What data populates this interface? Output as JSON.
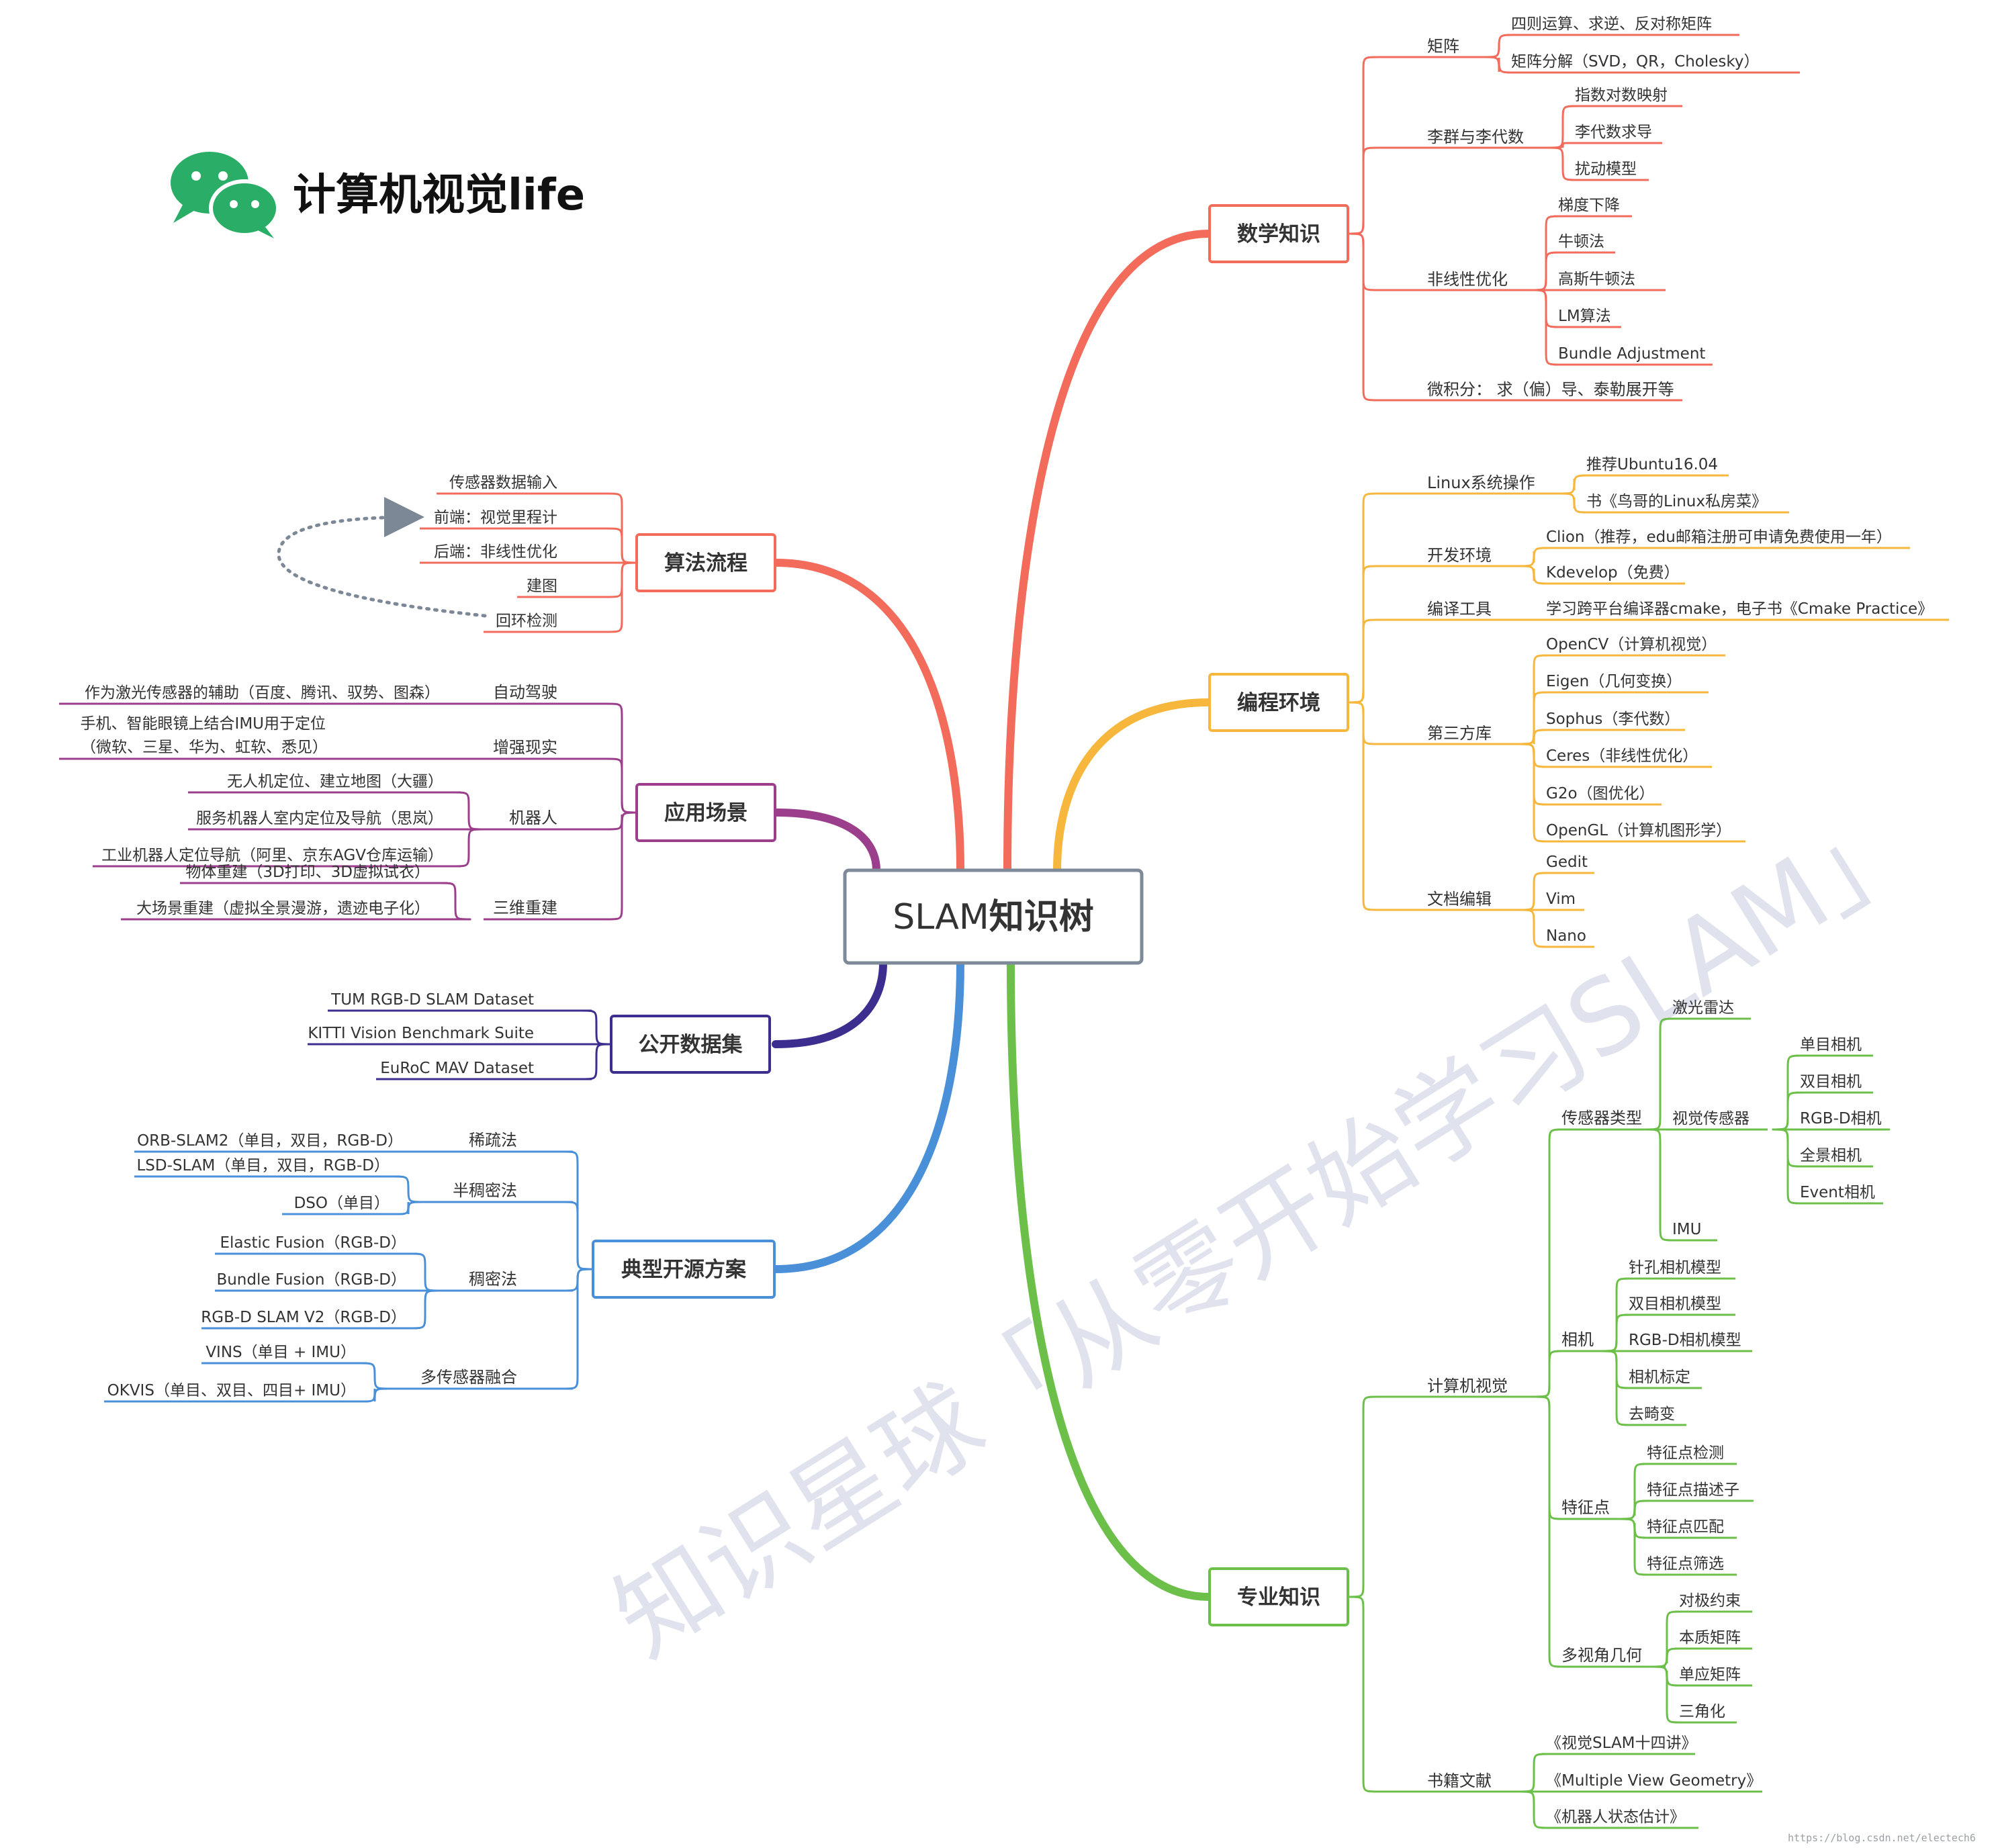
{
  "logo": {
    "text": "计算机视觉life",
    "icon": "wechat-icon",
    "icon_color": "#2aae67"
  },
  "root": {
    "prefix": "SLAM",
    "label": "知识树"
  },
  "watermark": "知识星球「从零开始学习SLAM」",
  "credit": "https://blog.csdn.net/electech6",
  "colors": {
    "math": "#f26b5b",
    "prog": "#f6b73c",
    "pro": "#6cc04a",
    "algo": "#f26b5b",
    "app": "#9b3f8c",
    "data": "#3b2e8f",
    "open": "#4a90d9",
    "root_border": "#7f8a99",
    "loop_arrow": "#7d8896"
  },
  "branches": {
    "math": {
      "label": "数学知识",
      "subs": [
        {
          "label": "矩阵",
          "leaves": [
            "四则运算、求逆、反对称矩阵",
            "矩阵分解（SVD，QR，Cholesky）"
          ]
        },
        {
          "label": "李群与李代数",
          "leaves": [
            "指数对数映射",
            "李代数求导",
            "扰动模型"
          ]
        },
        {
          "label": "非线性优化",
          "leaves": [
            "梯度下降",
            "牛顿法",
            "高斯牛顿法",
            "LM算法",
            "Bundle Adjustment"
          ]
        },
        {
          "label": "微积分： 求（偏）导、泰勒展开等",
          "leaves": []
        }
      ]
    },
    "prog": {
      "label": "编程环境",
      "subs": [
        {
          "label": "Linux系统操作",
          "leaves": [
            "推荐Ubuntu16.04",
            "书《鸟哥的Linux私房菜》"
          ]
        },
        {
          "label": "开发环境",
          "leaves": [
            "Clion（推荐，edu邮箱注册可申请免费使用一年）",
            "Kdevelop（免费）"
          ]
        },
        {
          "label": "编译工具",
          "leaves": [
            "学习跨平台编译器cmake，电子书《Cmake Practice》"
          ]
        },
        {
          "label": "第三方库",
          "leaves": [
            "OpenCV（计算机视觉）",
            "Eigen（几何变换）",
            "Sophus（李代数）",
            "Ceres（非线性优化）",
            "G2o（图优化）",
            "OpenGL（计算机图形学）"
          ]
        },
        {
          "label": "文档编辑",
          "leaves": [
            "Gedit",
            "Vim",
            "Nano"
          ]
        }
      ]
    },
    "pro": {
      "label": "专业知识",
      "cv": {
        "label": "计算机视觉",
        "sensor": {
          "label": "传感器类型",
          "lidar": "激光雷达",
          "visual": {
            "label": "视觉传感器",
            "leaves": [
              "单目相机",
              "双目相机",
              "RGB-D相机",
              "全景相机",
              "Event相机"
            ]
          },
          "imu": "IMU"
        },
        "camera": {
          "label": "相机",
          "leaves": [
            "针孔相机模型",
            "双目相机模型",
            "RGB-D相机模型",
            "相机标定",
            "去畸变"
          ]
        },
        "feature": {
          "label": "特征点",
          "leaves": [
            "特征点检测",
            "特征点描述子",
            "特征点匹配",
            "特征点筛选"
          ]
        },
        "mvg": {
          "label": "多视角几何",
          "leaves": [
            "对极约束",
            "本质矩阵",
            "单应矩阵",
            "三角化"
          ]
        }
      },
      "books": {
        "label": "书籍文献",
        "leaves": [
          "《视觉SLAM十四讲》",
          "《Multiple View Geometry》",
          "《机器人状态估计》"
        ]
      }
    },
    "algo": {
      "label": "算法流程",
      "leaves": [
        "传感器数据输入",
        "前端：视觉里程计",
        "后端：非线性优化",
        "建图",
        "回环检测"
      ]
    },
    "app": {
      "label": "应用场景",
      "subs": [
        {
          "label": "自动驾驶",
          "leaves": [
            "作为激光传感器的辅助（百度、腾讯、驭势、图森）"
          ]
        },
        {
          "label": "增强现实",
          "leaves": [
            "手机、智能眼镜上结合IMU用于定位",
            "（微软、三星、华为、虹软、悉见）"
          ]
        },
        {
          "label": "机器人",
          "leaves": [
            "无人机定位、建立地图（大疆）",
            "服务机器人室内定位及导航（思岚）",
            "工业机器人定位导航（阿里、京东AGV仓库运输）"
          ]
        },
        {
          "label": "三维重建",
          "leaves": [
            "物体重建（3D打印、3D虚拟试衣）",
            "大场景重建（虚拟全景漫游，遗迹电子化）"
          ]
        }
      ]
    },
    "data": {
      "label": "公开数据集",
      "leaves": [
        "TUM RGB-D SLAM Dataset",
        "KITTI Vision Benchmark Suite",
        "EuRoC MAV Dataset"
      ]
    },
    "open": {
      "label": "典型开源方案",
      "subs": [
        {
          "label": "稀疏法",
          "leaves": [
            "ORB-SLAM2（单目，双目，RGB-D）"
          ]
        },
        {
          "label": "半稠密法",
          "leaves": [
            "LSD-SLAM（单目，双目，RGB-D）",
            "DSO（单目）"
          ]
        },
        {
          "label": "稠密法",
          "leaves": [
            "Elastic Fusion（RGB-D）",
            "Bundle Fusion（RGB-D）",
            "RGB-D SLAM V2（RGB-D）"
          ]
        },
        {
          "label": "多传感器融合",
          "leaves": [
            "VINS（单目 + IMU）",
            "OKVIS（单目、双目、四目+ IMU）"
          ]
        }
      ]
    }
  }
}
